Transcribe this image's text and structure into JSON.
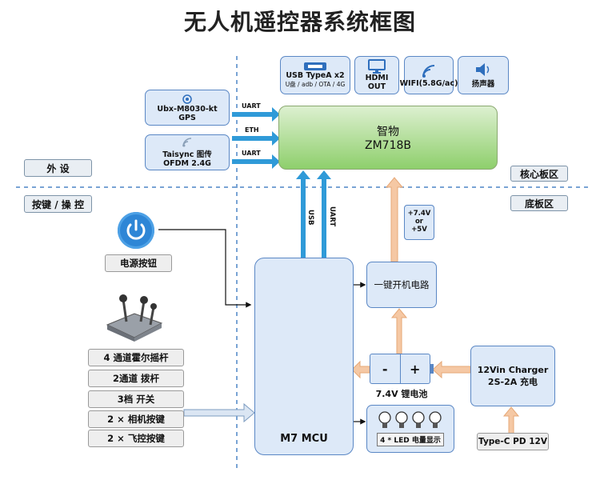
{
  "title": "无人机遥控器系统框图",
  "zones": {
    "peripherals": "外 设",
    "keys_controls": "按键 / 操 控",
    "core_board": "核心板区",
    "base_board": "底板区"
  },
  "top_modules": {
    "usb": {
      "title": "USB TypeA x2",
      "sub": "U盘 / adb / OTA / 4G"
    },
    "hdmi": {
      "title": "HDMI OUT"
    },
    "wifi": {
      "title": "WIFI(5.8G/ac)"
    },
    "speaker": {
      "title": "扬声器"
    }
  },
  "gps": {
    "line1": "Ubx-M8030-kt",
    "line2": "GPS"
  },
  "taisync": {
    "line1": "Taisync 图传",
    "line2": "OFDM 2.4G"
  },
  "links": {
    "uart1": "UART",
    "eth": "ETH",
    "uart2": "UART",
    "usb_v": "USB",
    "uart_v": "UART"
  },
  "soc": {
    "line1": "智物",
    "line2": "ZM718B"
  },
  "power_button": {
    "label": "电源按钮"
  },
  "controls": [
    "4 通道霍尔摇杆",
    "2通道 拨杆",
    "3档 开关",
    "2 × 相机按键",
    "2 × 飞控按键"
  ],
  "mcu": {
    "label": "M7  MCU"
  },
  "power_circuit": {
    "label": "一键开机电路"
  },
  "voltage": {
    "line1": "+7.4V",
    "line2": "or",
    "line3": "+5V"
  },
  "battery": {
    "minus": "-",
    "plus": "+",
    "label": "7.4V  锂电池"
  },
  "charger": {
    "line1": "12Vin Charger",
    "line2": "2S-2A  充电"
  },
  "typec": {
    "label": "Type-C PD 12V"
  },
  "led": {
    "label": "4 * LED  电量显示"
  },
  "colors": {
    "blue_arrow": "#2f9ad8",
    "orange_arrow": "#f0c09a",
    "green_top": "#d5ecc6",
    "green_bottom": "#8fcf6e",
    "box_fill": "#dde9f8",
    "box_border": "#5a87c5"
  }
}
